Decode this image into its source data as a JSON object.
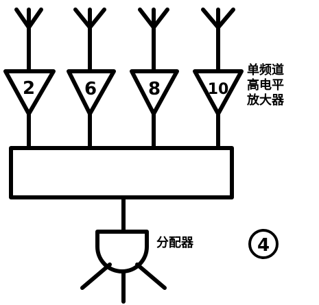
{
  "diagram": {
    "channels": [
      {
        "number": "2"
      },
      {
        "number": "6"
      },
      {
        "number": "8"
      },
      {
        "number": "10"
      }
    ],
    "amplifier_label_lines": [
      "单频道",
      "高电平",
      "放大器"
    ],
    "splitter_label": "分配器",
    "figure_number": "4",
    "colors": {
      "ink": "#000000",
      "background": "#ffffff"
    }
  }
}
